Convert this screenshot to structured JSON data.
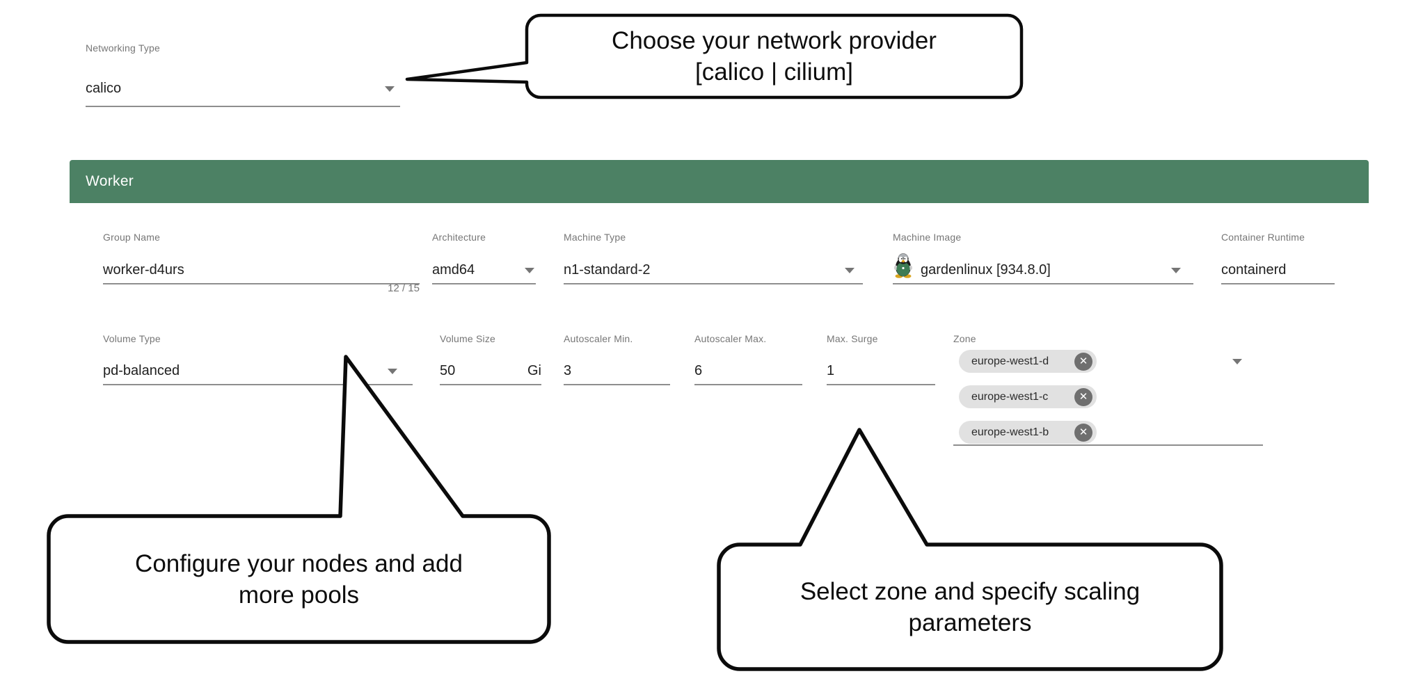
{
  "networking": {
    "label": "Networking Type",
    "value": "calico"
  },
  "callouts": {
    "network_provider": {
      "line1": "Choose your network provider",
      "line2": "[calico | cilium]"
    },
    "nodes": {
      "line1": "Configure your nodes and add",
      "line2": "more pools"
    },
    "scaling": {
      "line1": "Select zone and specify scaling",
      "line2": "parameters"
    }
  },
  "worker": {
    "title": "Worker",
    "fields": {
      "group_name": {
        "label": "Group Name",
        "value": "worker-d4urs",
        "counter": "12 / 15"
      },
      "architecture": {
        "label": "Architecture",
        "value": "amd64"
      },
      "machine_type": {
        "label": "Machine Type",
        "value": "n1-standard-2"
      },
      "machine_image": {
        "label": "Machine Image",
        "value": "gardenlinux [934.8.0]",
        "icon": "gardenlinux-penguin-icon"
      },
      "container_runtime": {
        "label": "Container Runtime",
        "value": "containerd"
      },
      "volume_type": {
        "label": "Volume Type",
        "value": "pd-balanced"
      },
      "volume_size": {
        "label": "Volume Size",
        "value": "50",
        "unit": "Gi"
      },
      "autoscaler_min": {
        "label": "Autoscaler Min.",
        "value": "3"
      },
      "autoscaler_max": {
        "label": "Autoscaler Max.",
        "value": "6"
      },
      "max_surge": {
        "label": "Max. Surge",
        "value": "1"
      },
      "zone": {
        "label": "Zone",
        "chips": [
          "europe-west1-d",
          "europe-west1-c",
          "europe-west1-b"
        ]
      }
    }
  },
  "icons": {
    "close_glyph": "✕"
  },
  "colors": {
    "header_green": "#4c8164",
    "chip_bg": "#e1e1e1",
    "chip_close_bg": "#6f6f6f",
    "underline_gray": "#8e8e8e",
    "label_gray": "#767676",
    "callout_border": "#0b0b0b"
  }
}
